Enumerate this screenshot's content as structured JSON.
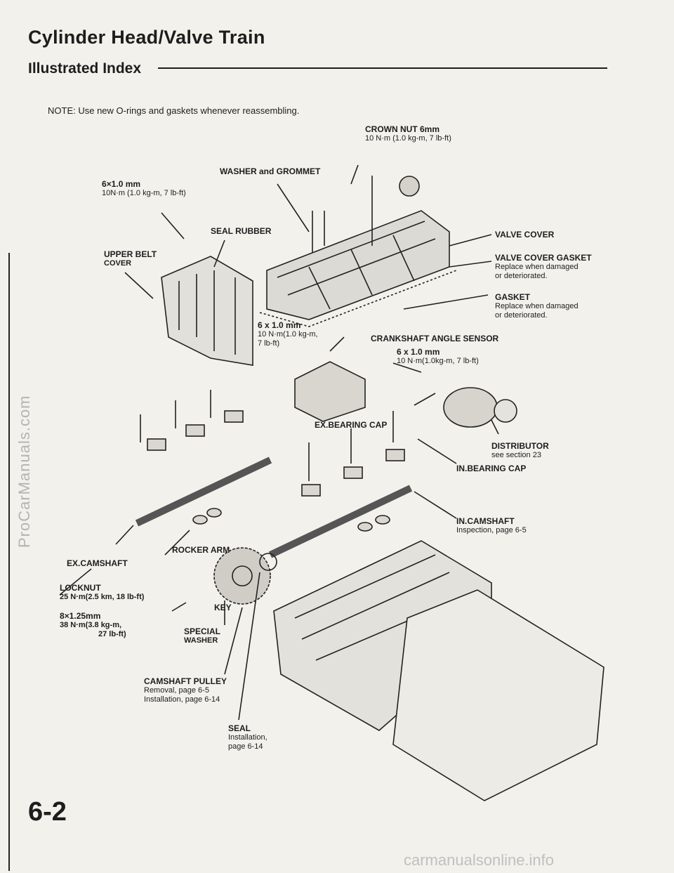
{
  "header": {
    "title": "Cylinder Head/Valve Train",
    "subtitle": "Illustrated Index"
  },
  "note": "NOTE: Use new O-rings and gaskets whenever reassembling.",
  "labels": {
    "crown_nut": "CROWN NUT 6mm",
    "crown_nut_torque": "10 N·m (1.0 kg-m, 7 lb-ft)",
    "washer_grommet": "WASHER and GROMMET",
    "bolt_a": "6×1.0 mm",
    "bolt_a_torque": "10N·m (1.0 kg-m, 7 lb-ft)",
    "seal_rubber": "SEAL RUBBER",
    "valve_cover": "VALVE COVER",
    "upper_belt_cover_1": "UPPER BELT",
    "upper_belt_cover_2": "COVER",
    "valve_cover_gasket": "VALVE COVER GASKET",
    "valve_cover_gasket_note_1": "Replace when damaged",
    "valve_cover_gasket_note_2": "or deteriorated.",
    "gasket": "GASKET",
    "gasket_note_1": "Replace when damaged",
    "gasket_note_2": "or deteriorated.",
    "bolt_b": "6 x 1.0 mm",
    "bolt_b_torque_1": "10 N·m(1.0 kg-m,",
    "bolt_b_torque_2": "7 lb-ft)",
    "crank_angle_sensor": "CRANKSHAFT ANGLE SENSOR",
    "bolt_c": "6 x 1.0 mm",
    "bolt_c_torque": "10 N·m(1.0kg-m, 7 lb-ft)",
    "ex_bearing_cap": "EX.BEARING CAP",
    "distributor": "DISTRIBUTOR",
    "distributor_note": "see section 23",
    "in_bearing_cap": "IN.BEARING CAP",
    "in_camshaft": "IN.CAMSHAFT",
    "in_camshaft_note": "Inspection, page 6-5",
    "ex_camshaft": "EX.CAMSHAFT",
    "rocker_arm": "ROCKER ARM",
    "locknut": "LOCKNUT",
    "locknut_torque": "25 N·m(2.5 km, 18 lb-ft)",
    "key": "KEY",
    "bolt_d": "8×1.25mm",
    "bolt_d_torque_1": "38 N·m(3.8 kg-m,",
    "bolt_d_torque_2": "27 lb-ft)",
    "special_washer_1": "SPECIAL",
    "special_washer_2": "WASHER",
    "camshaft_pulley": "CAMSHAFT PULLEY",
    "camshaft_pulley_note_1": "Removal, page 6-5",
    "camshaft_pulley_note_2": "Installation, page 6-14",
    "seal": "SEAL",
    "seal_note_1": "Installation,",
    "seal_note_2": "page 6-14"
  },
  "page_number": "6-2",
  "watermark_side": "ProCarManuals.com",
  "watermark_footer": "carmanualsonline.info"
}
